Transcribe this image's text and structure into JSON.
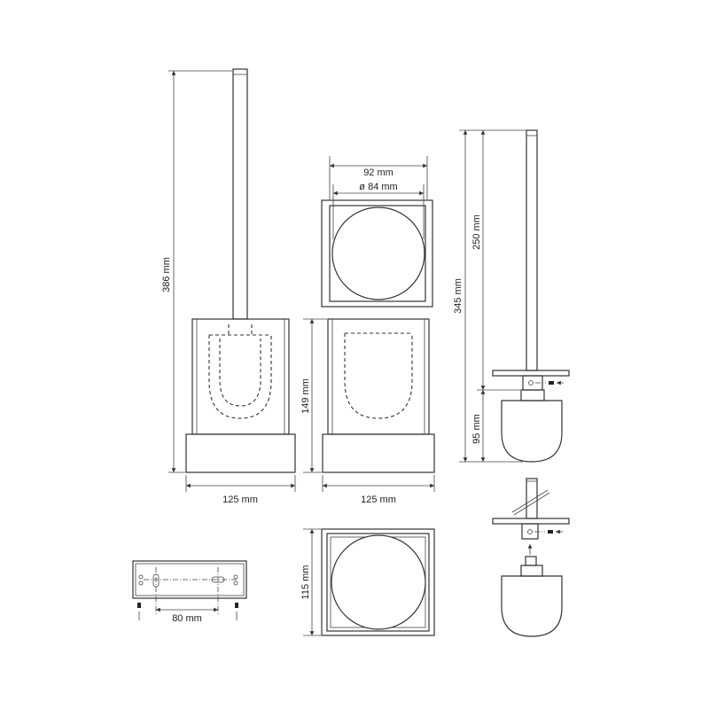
{
  "dimensions": {
    "total_height": "386 mm",
    "cover_width": "92 mm",
    "opening_diameter": "ø 84 mm",
    "holder_height": "149 mm",
    "front_width_left": "125 mm",
    "front_width_middle": "125 mm",
    "brush_length": "345 mm",
    "handle_length": "250 mm",
    "head_height": "95 mm",
    "base_depth": "115 mm",
    "hole_spacing": "80 mm"
  }
}
